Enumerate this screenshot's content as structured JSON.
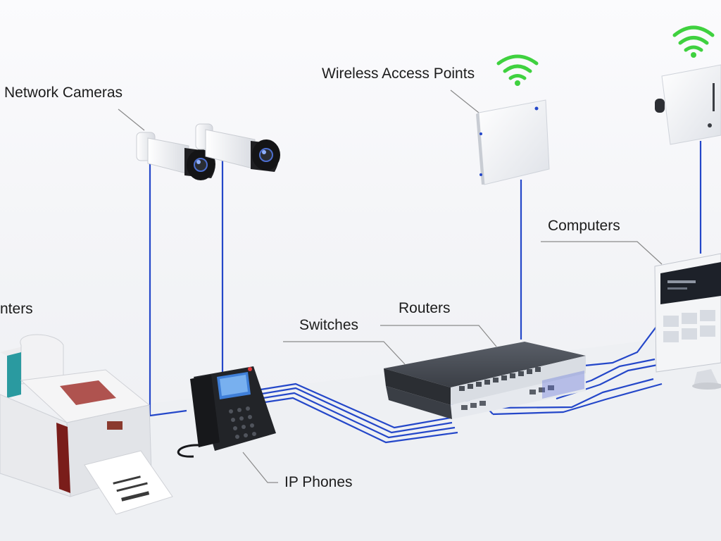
{
  "labels": {
    "network_cameras": "Network Cameras",
    "wireless_access_points": "Wireless Access Points",
    "computers": "Computers",
    "routers": "Routers",
    "switches": "Switches",
    "printers": "nters",
    "ip_phones": "IP Phones"
  },
  "colors": {
    "cable": "#2447c9",
    "wifi": "#3fd13f",
    "text": "#1c1c1c",
    "leader": "#8a8a8a"
  },
  "icons": {
    "wifi": "wifi-signal-icon"
  }
}
